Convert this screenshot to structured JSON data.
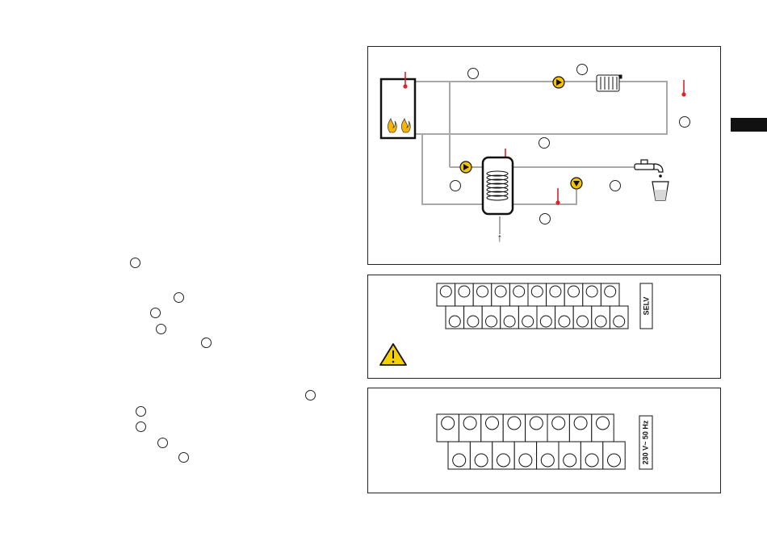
{
  "labels": {
    "selv": "SELV",
    "mains": "230 V~ 50 Hz",
    "water_inlet_arrow": "↑"
  },
  "colors": {
    "pipe": "#a8a8a8",
    "pump": "#f5c400",
    "sensor": "#e0202a",
    "warning_fill": "#f5d000",
    "flame": "#f7b500",
    "border": "#222222"
  },
  "icons": {
    "boiler": "boiler-icon",
    "radiator": "radiator-icon",
    "tap": "tap-icon",
    "glass": "glass-icon",
    "tank": "hot-water-tank-icon",
    "warning": "warning-triangle-icon"
  },
  "terminals": {
    "selv_top_count": 10,
    "selv_bottom_count": 10,
    "mains_top_count": 8,
    "mains_bottom_count": 8
  }
}
